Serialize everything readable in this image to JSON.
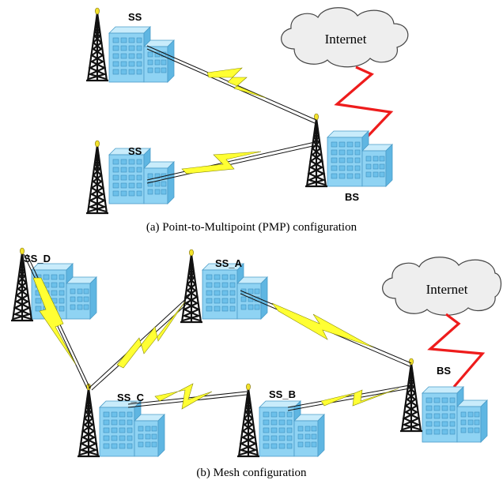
{
  "pmp": {
    "ss1_label": "SS",
    "ss2_label": "SS",
    "bs_label": "BS",
    "internet_label": "Internet",
    "caption": "(a) Point-to-Multipoint (PMP) configuration"
  },
  "mesh": {
    "ssd_label": "SS_D",
    "ssa_label": "SS_A",
    "ssc_label": "SS_C",
    "ssb_label": "SS_B",
    "bs_label": "BS",
    "internet_label": "Internet",
    "caption": "(b) Mesh configuration"
  },
  "colors": {
    "building": "#8fd3f3",
    "wireless_link": "#ffff33",
    "internet_link": "#ee1c1c"
  }
}
